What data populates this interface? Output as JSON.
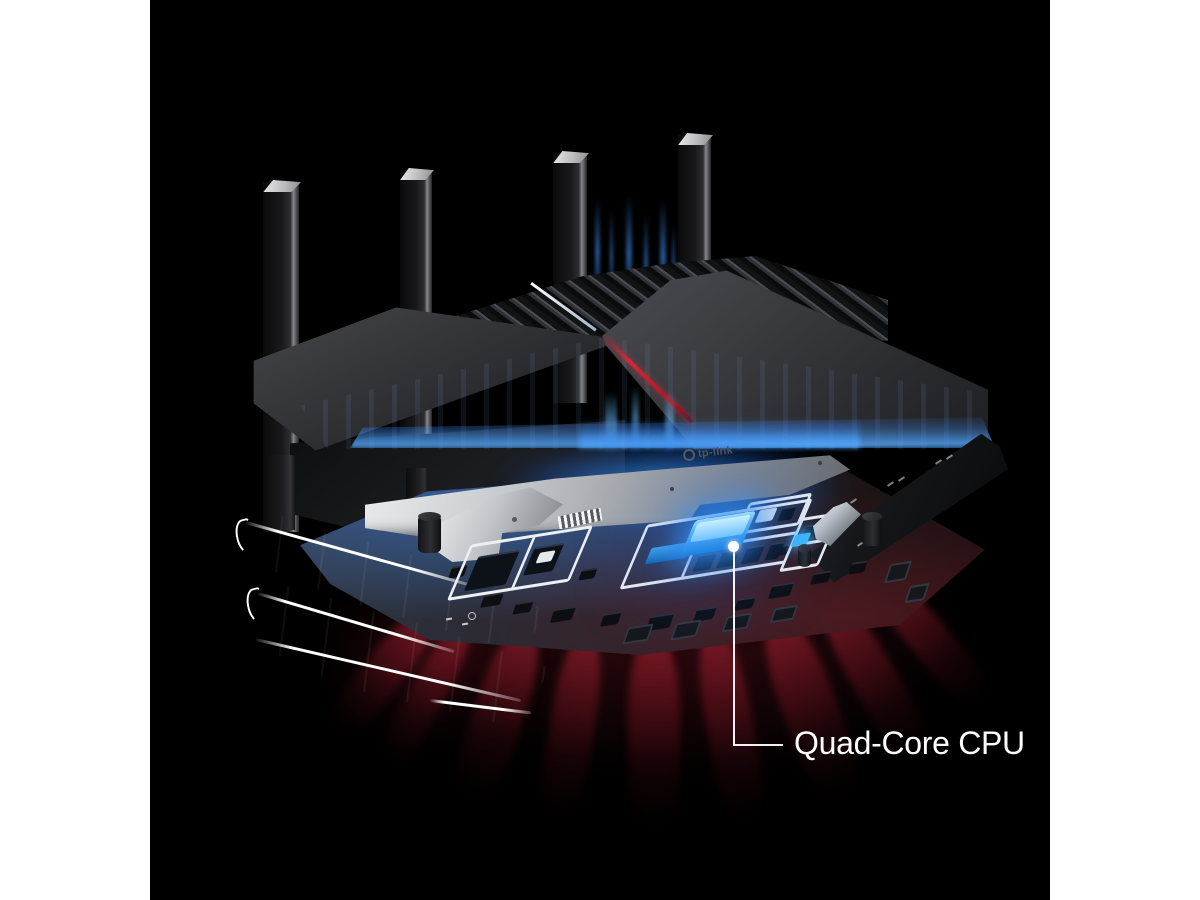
{
  "brand": {
    "logo_text": "tp-link",
    "logo_icon": "tp-link-circle-logo"
  },
  "callout": {
    "label": "Quad-Core CPU"
  },
  "colors": {
    "page_bg": "#ffffff",
    "image_bg": "#000000",
    "cpu_blue": "#1e82e4",
    "glow_blue": "#3c9bff",
    "red_stripe": "#d62836",
    "red_glow": "#8c1626",
    "silver": "#c2c5c9",
    "white_line": "#ffffff"
  }
}
